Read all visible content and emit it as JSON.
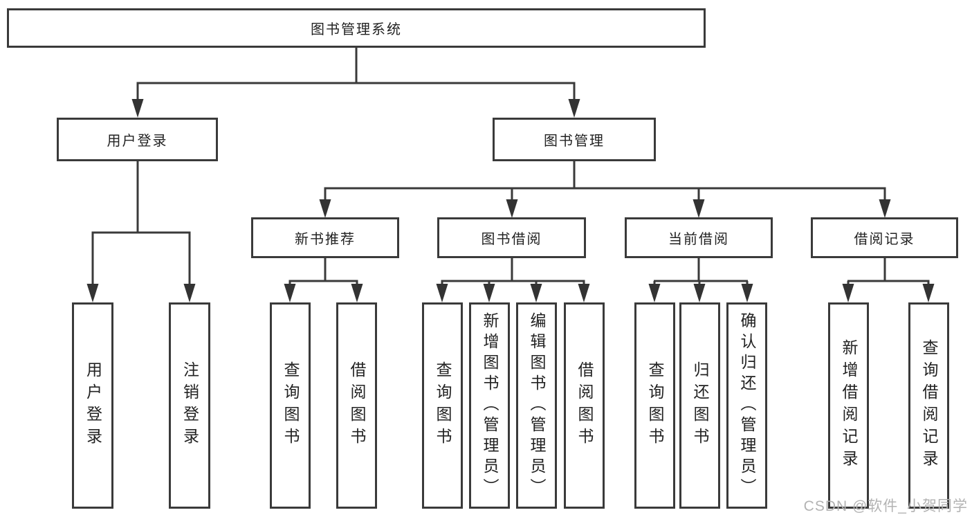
{
  "diagram": {
    "title": "图书管理系统",
    "nodes": {
      "root": "图书管理系统",
      "user_login": "用户登录",
      "book_mgmt": "图书管理",
      "new_book_rec": "新书推荐",
      "book_borrow": "图书借阅",
      "current_borrow": "当前借阅",
      "borrow_records": "借阅记录",
      "leaf_user_login": "用户登录",
      "leaf_logout": "注销登录",
      "rec_query_books": "查询图书",
      "rec_borrow_books": "借阅图书",
      "bb_query_books": "查询图书",
      "bb_add_books": "新增图书（管理员）",
      "bb_edit_books": "编辑图书（管理员）",
      "bb_borrow_books": "借阅图书",
      "cb_query_books": "查询图书",
      "cb_return_books": "归还图书",
      "cb_confirm_return": "确认归还（管理员）",
      "br_add_record": "新增借阅记录",
      "br_query_record": "查询借阅记录"
    },
    "colors": {
      "line": "#3a3a3a",
      "box_border": "#3a3a3a",
      "text": "#222222",
      "background": "#ffffff",
      "watermark_text_color": "#b3b3b3"
    }
  },
  "watermark": {
    "text": "CSDN @软件_小贺同学"
  }
}
